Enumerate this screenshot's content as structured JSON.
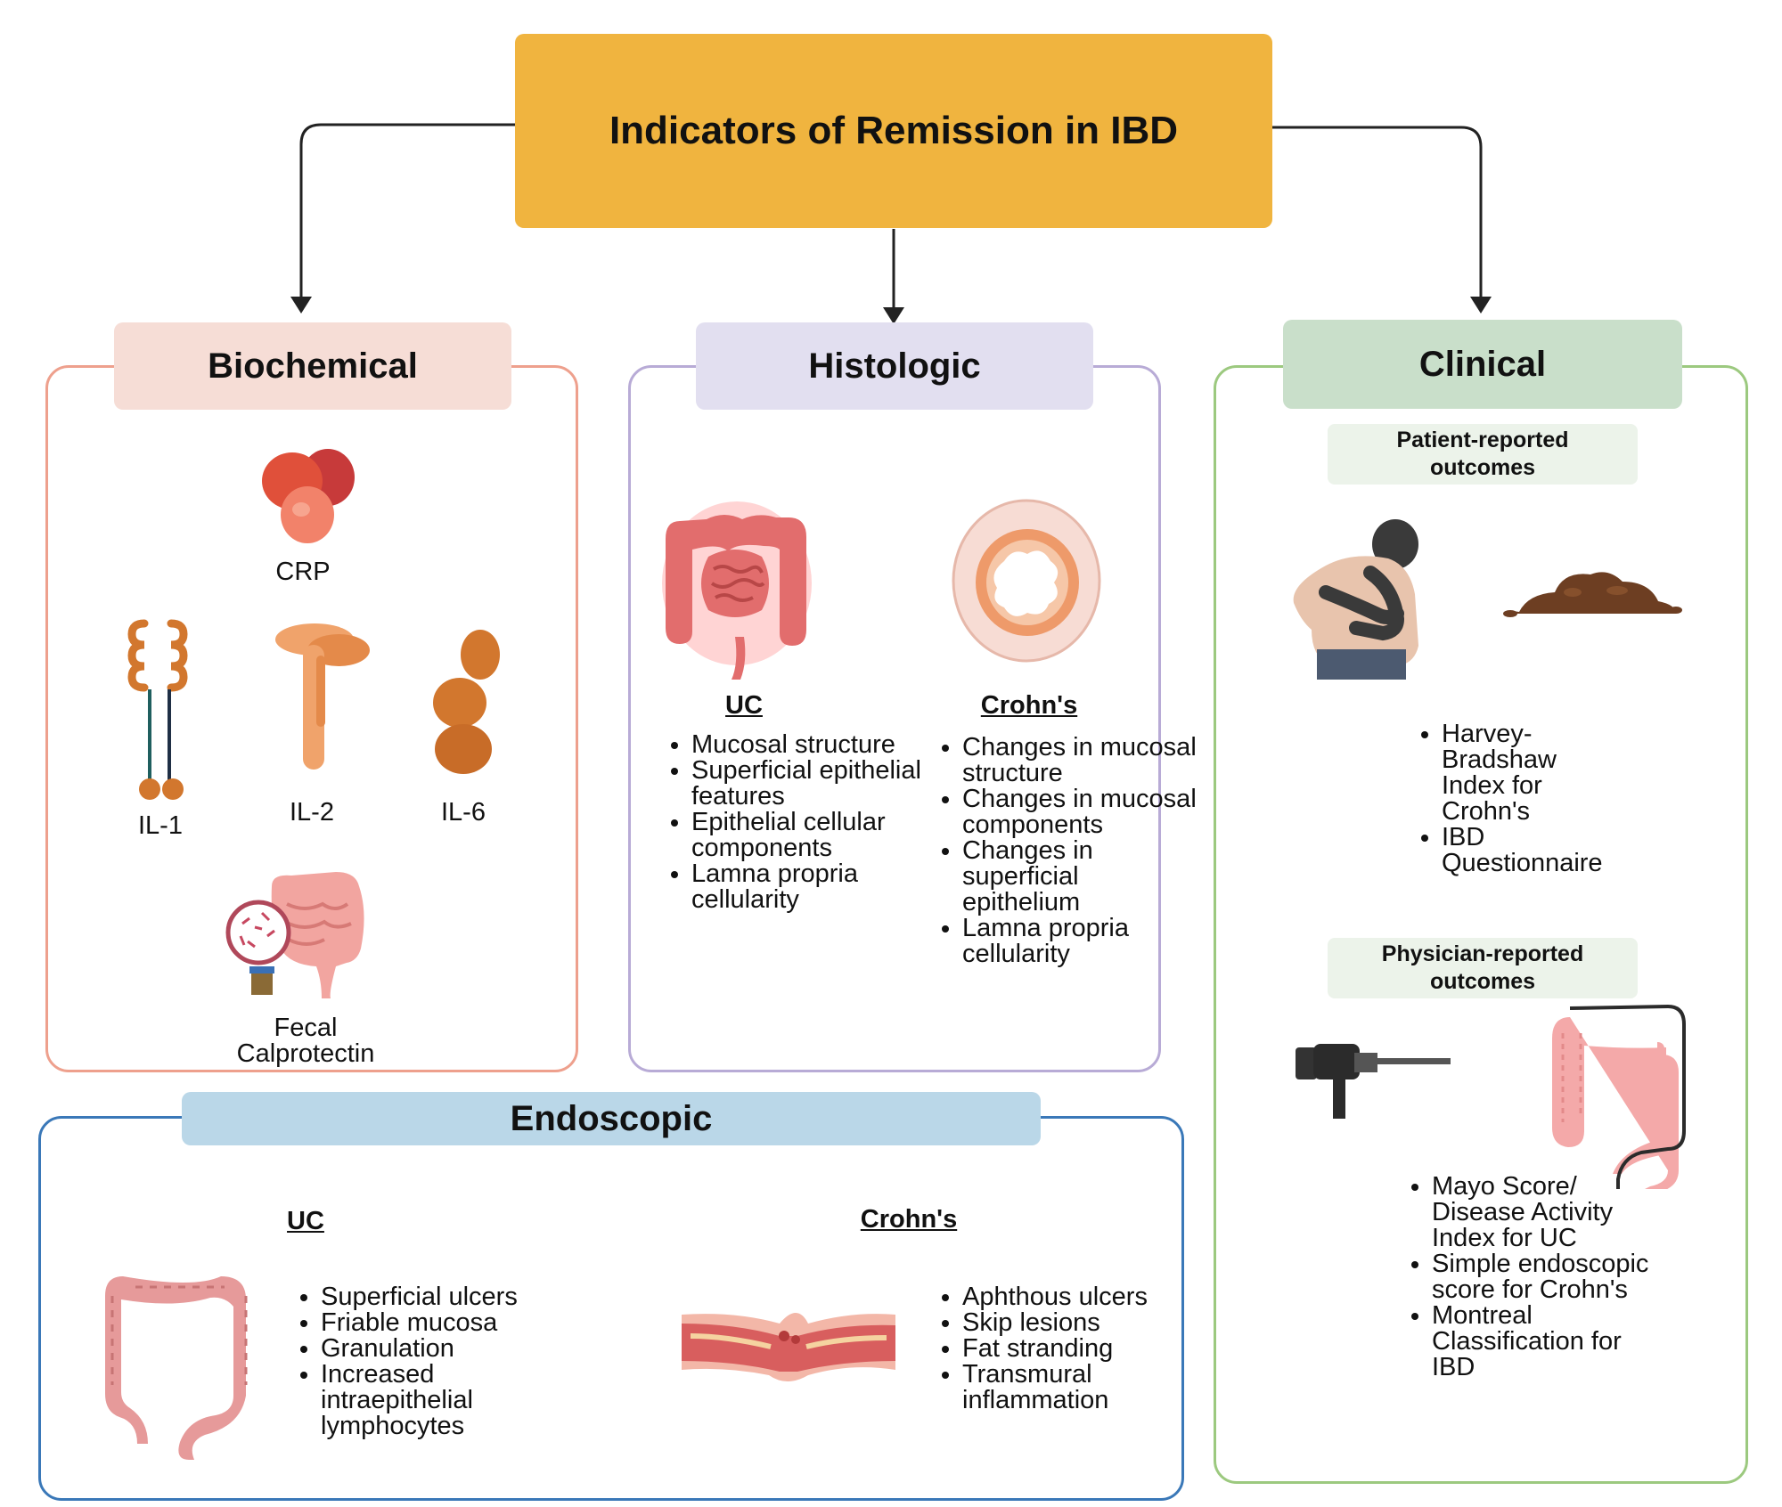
{
  "title": "Indicators of Remission in IBD",
  "colors": {
    "title_bg": "#f0b43f",
    "biochemical_border": "#eea08d",
    "biochemical_header": "#f6ddd6",
    "histologic_border": "#b8abd6",
    "histologic_header": "#e2dff0",
    "clinical_border": "#9cc97f",
    "clinical_header": "#c9dfca",
    "endoscopic_border": "#3a78b8",
    "endoscopic_header": "#bad7e8"
  },
  "biochemical": {
    "header": "Biochemical",
    "crp": "CRP",
    "il1": "IL-1",
    "il2": "IL-2",
    "il6": "IL-6",
    "fecal_line1": "Fecal",
    "fecal_line2": "Calprotectin"
  },
  "histologic": {
    "header": "Histologic",
    "uc_title": "UC",
    "uc_items": [
      "Mucosal structure",
      "Superficial epithelial features",
      "Epithelial cellular components",
      "Lamna propria cellularity"
    ],
    "crohns_title": "Crohn's",
    "crohns_items": [
      "Changes in mucosal structure",
      "Changes in mucosal components",
      "Changes in superficial epithelium",
      "Lamna propria cellularity"
    ]
  },
  "clinical": {
    "header": "Clinical",
    "patient_pill": "Patient-reported outcomes",
    "patient_items": [
      "Harvey-Bradshaw Index for Crohn's",
      "IBD Questionnaire"
    ],
    "physician_pill": "Physician-reported outcomes",
    "physician_items": [
      "Mayo Score/ Disease Activity Index for UC",
      "Simple endoscopic score for Crohn's",
      "Montreal Classification for IBD"
    ]
  },
  "endoscopic": {
    "header": "Endoscopic",
    "uc_title": "UC",
    "uc_items": [
      "Superficial ulcers",
      "Friable mucosa",
      "Granulation",
      "Increased intraepithelial lymphocytes"
    ],
    "crohns_title": "Crohn's",
    "crohns_items": [
      "Aphthous ulcers",
      "Skip lesions",
      "Fat stranding",
      "Transmural inflammation"
    ]
  },
  "icons": [
    "crp-cell-icon",
    "il1-receptor-icon",
    "il2-protein-icon",
    "il6-protein-icon",
    "fecal-calprotectin-icon",
    "inflamed-colon-icon",
    "colon-cross-section-icon",
    "abdominal-pain-person-icon",
    "stool-icon",
    "endoscope-icon",
    "colonoscopy-colon-icon",
    "uc-colon-icon",
    "crohns-bowel-segment-icon"
  ]
}
